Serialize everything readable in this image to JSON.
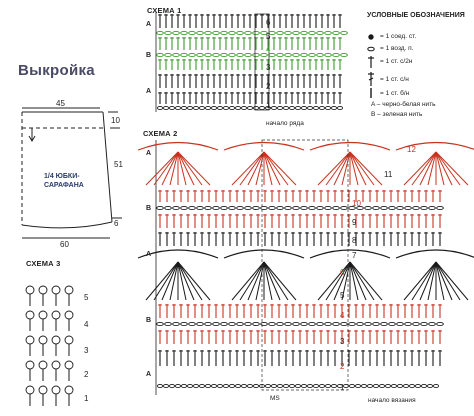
{
  "pattern_title": "Выкройка",
  "pattern": {
    "top_width": "45",
    "bottom_width": "60",
    "side_top": "10",
    "side_main": "51",
    "side_bottom": "6",
    "center_label_1": "1/4 ЮБКИ-",
    "center_label_2": "САРАФАНА"
  },
  "scheme1": {
    "title": "СХЕМА 1",
    "row_labels": [
      "A",
      "B",
      "A"
    ],
    "row_numbers": [
      "6",
      "5",
      "4",
      "3",
      "2",
      "1"
    ],
    "start_label": "начало ряда"
  },
  "scheme2": {
    "title": "СХЕМА 2",
    "row_labels": [
      "A",
      "B",
      "A",
      "B",
      "A"
    ],
    "row_numbers": [
      "12",
      "11",
      "10",
      "9",
      "8",
      "7",
      "6",
      "5",
      "4",
      "3",
      "2",
      "1"
    ],
    "ms_label": "MS",
    "start_label": "начало вязания"
  },
  "scheme3": {
    "title": "СХЕМА 3",
    "row_numbers": [
      "5",
      "4",
      "3",
      "2",
      "1"
    ]
  },
  "legend": {
    "title": "УСЛОВНЫЕ ОБОЗНАЧЕНИЯ",
    "items": [
      {
        "icon": "slip-stitch-icon",
        "text": "= 1 соед. ст."
      },
      {
        "icon": "chain-stitch-icon",
        "text": "= 1 возд. п."
      },
      {
        "icon": "half-double-crochet-icon",
        "text": "= 1 ст. с/2н"
      },
      {
        "icon": "double-crochet-icon",
        "text": "= 1 ст. с/н"
      },
      {
        "icon": "single-crochet-icon",
        "text": "= 1 ст. б/н"
      }
    ],
    "note_a": "A – черно-белая нить",
    "note_b": "B – зеленая нить"
  },
  "colors": {
    "black": "#1a1a1a",
    "green": "#3a9a2a",
    "red": "#c8321e"
  }
}
